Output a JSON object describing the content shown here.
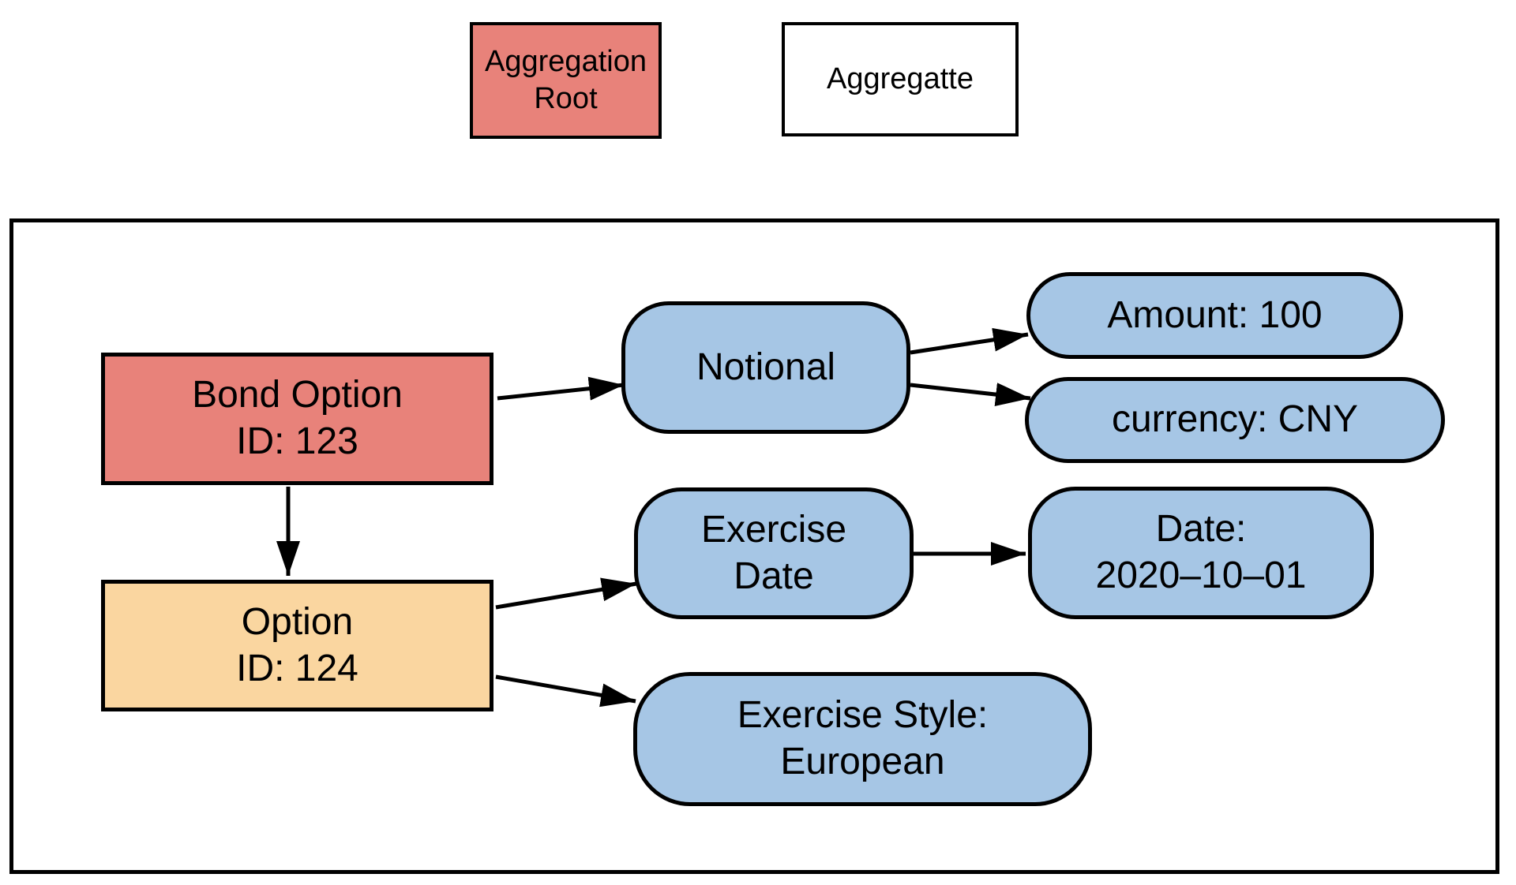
{
  "legend": {
    "aggregation_root": {
      "label": "Aggregation\nRoot"
    },
    "aggregate": {
      "label": "Aggregatte"
    }
  },
  "nodes": {
    "bond_option": {
      "label": "Bond Option\nID: 123",
      "role": "aggregation-root"
    },
    "option": {
      "label": "Option\nID: 124",
      "role": "entity"
    },
    "notional": {
      "label": "Notional",
      "role": "value-object"
    },
    "amount": {
      "label": "Amount: 100",
      "role": "value-object"
    },
    "currency": {
      "label": "currency: CNY",
      "role": "value-object"
    },
    "exercise_date": {
      "label": "Exercise\nDate",
      "role": "value-object"
    },
    "date": {
      "label": "Date:\n2020–10–01",
      "role": "value-object"
    },
    "exercise_style": {
      "label": "Exercise Style:\nEuropean",
      "role": "value-object"
    }
  },
  "edges": [
    {
      "from": "bond_option",
      "to": "notional"
    },
    {
      "from": "notional",
      "to": "amount"
    },
    {
      "from": "notional",
      "to": "currency"
    },
    {
      "from": "bond_option",
      "to": "option"
    },
    {
      "from": "option",
      "to": "exercise_date"
    },
    {
      "from": "exercise_date",
      "to": "date"
    },
    {
      "from": "option",
      "to": "exercise_style"
    }
  ],
  "colors": {
    "aggregation_root": "#E8827A",
    "entity": "#FAD6A0",
    "value_object": "#A6C6E5",
    "border": "#000000"
  }
}
